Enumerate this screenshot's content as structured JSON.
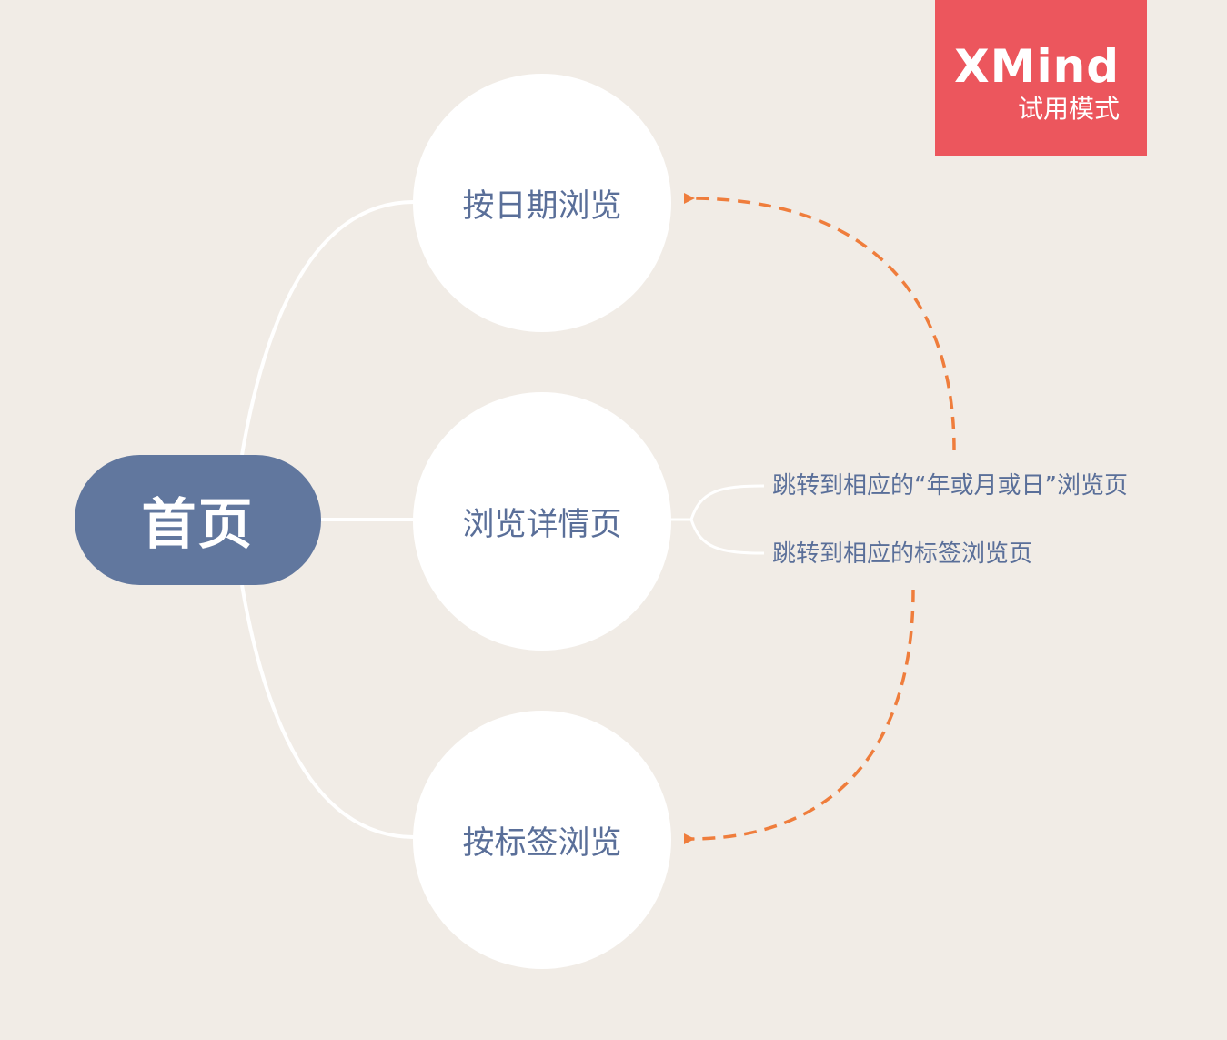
{
  "watermark": {
    "brand": "XMind",
    "mode": "试用模式"
  },
  "root": {
    "label": "首页"
  },
  "branches": [
    {
      "label": "按日期浏览"
    },
    {
      "label": "浏览详情页"
    },
    {
      "label": "按标签浏览"
    }
  ],
  "leaves": [
    {
      "label": "跳转到相应的“年或月或日”浏览页"
    },
    {
      "label": "跳转到相应的标签浏览页"
    }
  ],
  "colors": {
    "background": "#f1ece6",
    "root_fill": "#61779e",
    "node_text": "#5a6f99",
    "connector": "#ffffff",
    "relationship_arrow": "#ef7d3c",
    "watermark": "#ec565d"
  }
}
